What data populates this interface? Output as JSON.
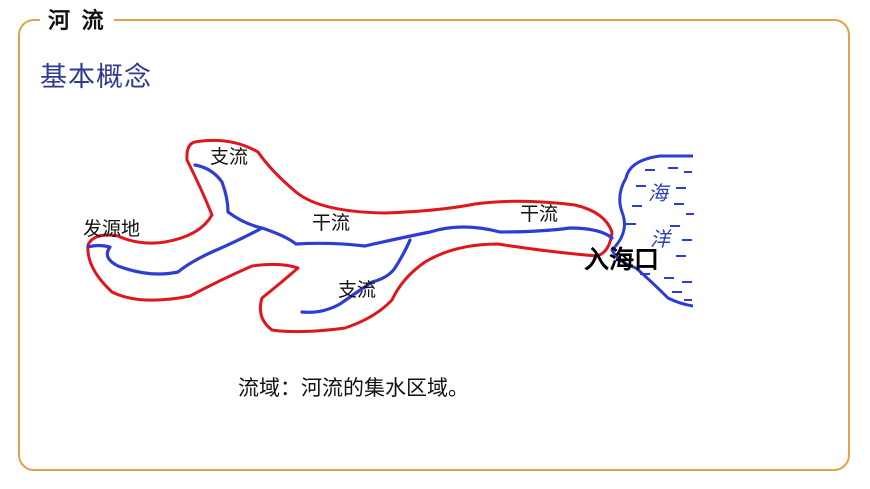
{
  "header": {
    "section_title": "河 流",
    "subtitle": "基本概念"
  },
  "diagram": {
    "labels": {
      "source": "发源地",
      "tributary_upper": "支流",
      "tributary_lower": "支流",
      "main_stream_middle": "干流",
      "main_stream_right": "干流",
      "river_mouth": "入海口",
      "sea_char_1": "海",
      "sea_char_2": "洋"
    },
    "colors": {
      "basin_outline": "#e0161d",
      "river": "#2d3dd4",
      "sea": "#2d3dd4",
      "frame": "#e3a14a",
      "subtitle": "#2f3a93"
    }
  },
  "caption": "流域：河流的集水区域。"
}
